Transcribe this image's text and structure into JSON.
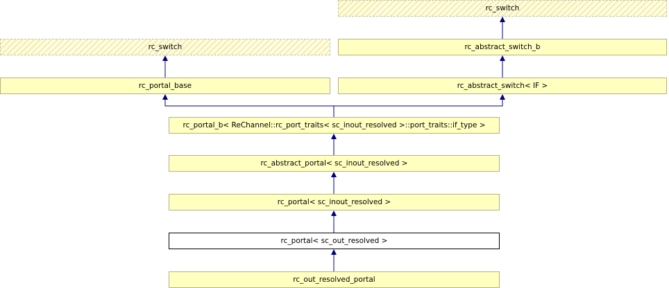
{
  "colors": {
    "node_fill": "#ffffc0",
    "node_border": "#b8b080",
    "current_fill": "#ffffff",
    "current_border": "#000000",
    "edge": "#000080"
  },
  "nodes": [
    {
      "id": "n1",
      "label": "rc_switch",
      "style": "hidden"
    },
    {
      "id": "n2",
      "label": "rc_switch",
      "style": "hidden"
    },
    {
      "id": "n3",
      "label": "rc_abstract_switch_b",
      "style": "normal"
    },
    {
      "id": "n4",
      "label": "rc_portal_base",
      "style": "normal"
    },
    {
      "id": "n5",
      "label": "rc_abstract_switch< IF >",
      "style": "normal"
    },
    {
      "id": "n6",
      "label": "rc_portal_b< ReChannel::rc_port_traits< sc_inout_resolved >::port_traits::if_type >",
      "style": "normal"
    },
    {
      "id": "n7",
      "label": "rc_abstract_portal< sc_inout_resolved >",
      "style": "normal"
    },
    {
      "id": "n8",
      "label": "rc_portal< sc_inout_resolved >",
      "style": "normal"
    },
    {
      "id": "n9",
      "label": "rc_portal< sc_out_resolved >",
      "style": "current"
    },
    {
      "id": "n10",
      "label": "rc_out_resolved_portal",
      "style": "normal"
    }
  ],
  "edges": [
    {
      "from": "n3",
      "to": "n1"
    },
    {
      "from": "n4",
      "to": "n2"
    },
    {
      "from": "n5",
      "to": "n3"
    },
    {
      "from": "n6",
      "to": "n4"
    },
    {
      "from": "n6",
      "to": "n5"
    },
    {
      "from": "n7",
      "to": "n6"
    },
    {
      "from": "n8",
      "to": "n7"
    },
    {
      "from": "n9",
      "to": "n8"
    },
    {
      "from": "n10",
      "to": "n9"
    }
  ]
}
